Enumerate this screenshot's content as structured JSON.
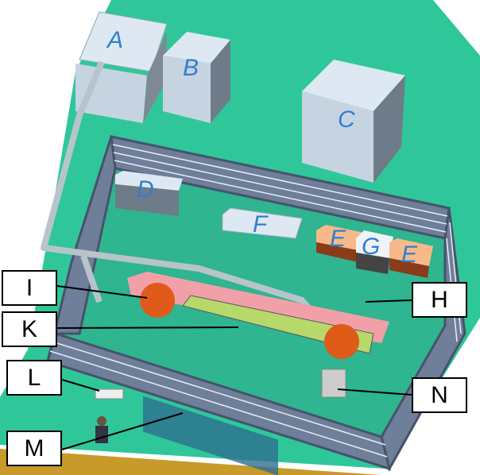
{
  "building_letters": {
    "a": "A",
    "b": "B",
    "c": "C",
    "d": "D",
    "f": "F",
    "e1": "E",
    "g": "G",
    "e2": "E"
  },
  "callouts": {
    "h": "H",
    "i": "I",
    "k": "K",
    "l": "L",
    "m": "M",
    "n": "N"
  },
  "colors": {
    "floor": "#2fc79a",
    "building": "#dde8f2",
    "fence": "#5a6a86",
    "pipe": "#b8c4cc",
    "orange_unit": "#f7b98a",
    "accent_blue": "#2f7fd0"
  }
}
